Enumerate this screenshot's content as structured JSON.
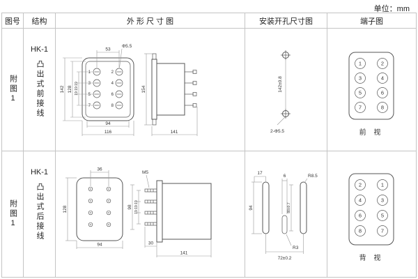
{
  "unit_label": "单位：mm",
  "headers": {
    "fig_no": "图号",
    "structure": "结构",
    "outline": "外 形 尺 寸 图",
    "mounting": "安装开孔尺寸图",
    "terminal": "端子图"
  },
  "rows": [
    {
      "fig_no": "附图1",
      "model": "HK-1",
      "structure": "凸出式前接线",
      "outline": {
        "col_pitch": "53",
        "hole_dia": "Φ5.5",
        "height_outer": "142",
        "height_inner": "128",
        "row_pitch": "19:19:19",
        "width_inner": "94",
        "width_outer": "116",
        "side_height": "154",
        "depth": "141",
        "terminals": [
          "1",
          "2",
          "3",
          "4",
          "5",
          "6",
          "7",
          "8"
        ]
      },
      "mounting": {
        "hole_pitch": "142±0.8",
        "holes": "2-Φ5.5"
      },
      "terminal": {
        "left": [
          "1",
          "3",
          "5",
          "7"
        ],
        "right": [
          "2",
          "4",
          "6",
          "8"
        ],
        "view_label": "前 视"
      }
    },
    {
      "fig_no": "附图1",
      "model": "HK-1",
      "structure": "凸出式后接线",
      "outline": {
        "col_pitch": "36",
        "height_outer": "128",
        "width_outer": "94",
        "stud_thread": "M5",
        "stud_zone_height": "98",
        "row_pitch": "19:19:19",
        "stud_length": "30",
        "depth": "141"
      },
      "mounting": {
        "edge_offset": "17",
        "slot_width": "6",
        "slot_radius": "R8.5",
        "height": "94",
        "center_height": "88±0.7",
        "small_radius": "R3",
        "slot_pitch": "72±0.2"
      },
      "terminal": {
        "left": [
          "2",
          "4",
          "6",
          "8"
        ],
        "right": [
          "1",
          "3",
          "5",
          "7"
        ],
        "view_label": "背 视"
      }
    }
  ]
}
